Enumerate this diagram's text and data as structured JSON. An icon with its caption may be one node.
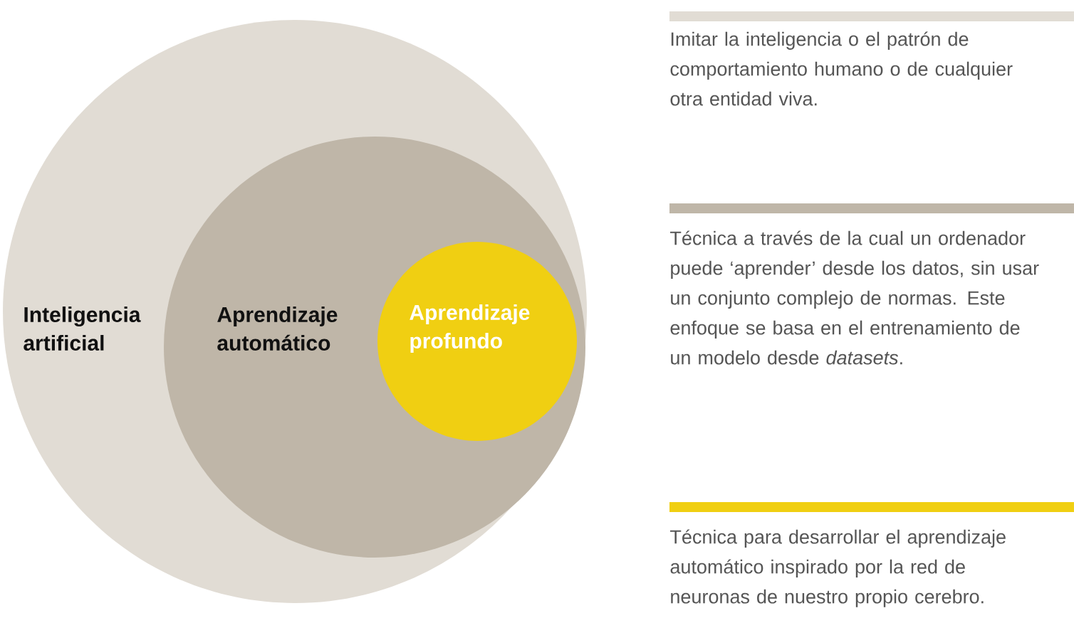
{
  "diagram": {
    "nodes": [
      {
        "text": [
          "Inteligencia artificial"
        ]
      },
      {
        "text": [
          "Aprendizaje automático"
        ],
        "in": 0
      },
      {
        "text": [
          "Aprendizaje profundo"
        ],
        "in": 1
      }
    ],
    "legend": [
      {
        "text": "Imitar la inteligencia o el patrón de comportamiento humano o de cualquier otra entidad viva.",
        "color": "#e1dcd4"
      },
      {
        "text": "Técnica a través de la cual un ordenador puede ‘aprender’ desde los datos, sin usar un conjunto complejo de normas. Este enfoque se basa en el entrenamiento de un modelo desde *datasets*.",
        "color": "#bfb6a8"
      },
      {
        "text": "Técnica para desarrollar el aprendizaje automático inspirado por la red de neuronas de nuestro propio cerebro.",
        "color": "#f0cf12"
      }
    ]
  }
}
